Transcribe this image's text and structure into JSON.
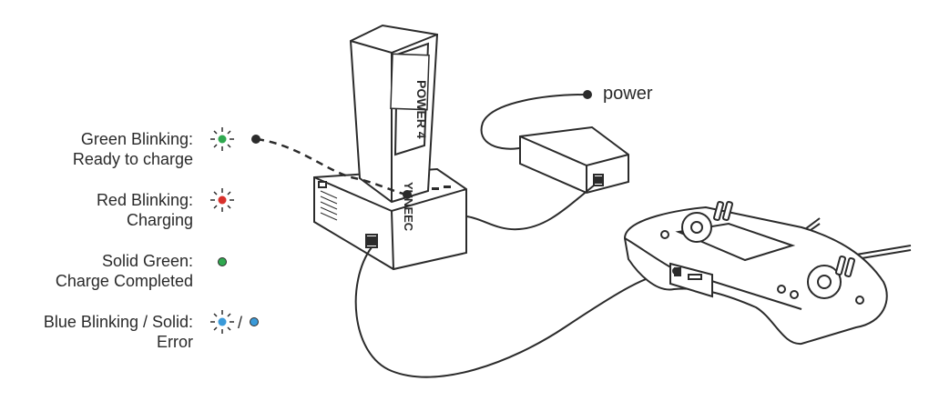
{
  "legend": [
    {
      "status": "Green Blinking:",
      "meaning": "Ready to charge",
      "indicator": "blinking",
      "color": "#2fa84f"
    },
    {
      "status": "Red Blinking:",
      "meaning": "Charging",
      "indicator": "blinking",
      "color": "#d8312c"
    },
    {
      "status": "Solid Green:",
      "meaning": "Charge Completed",
      "indicator": "solid",
      "color": "#2fa84f"
    },
    {
      "status": "Blue Blinking / Solid:",
      "meaning": "Error",
      "indicator": "blinking-or-solid",
      "color": "#3a9ad9",
      "separator": "/"
    }
  ],
  "labels": {
    "power": "power"
  },
  "battery": {
    "brand": "YUNEEC",
    "model": "POWER 4"
  },
  "colors": {
    "line": "#2b2b2b",
    "fill": "#ffffff"
  }
}
